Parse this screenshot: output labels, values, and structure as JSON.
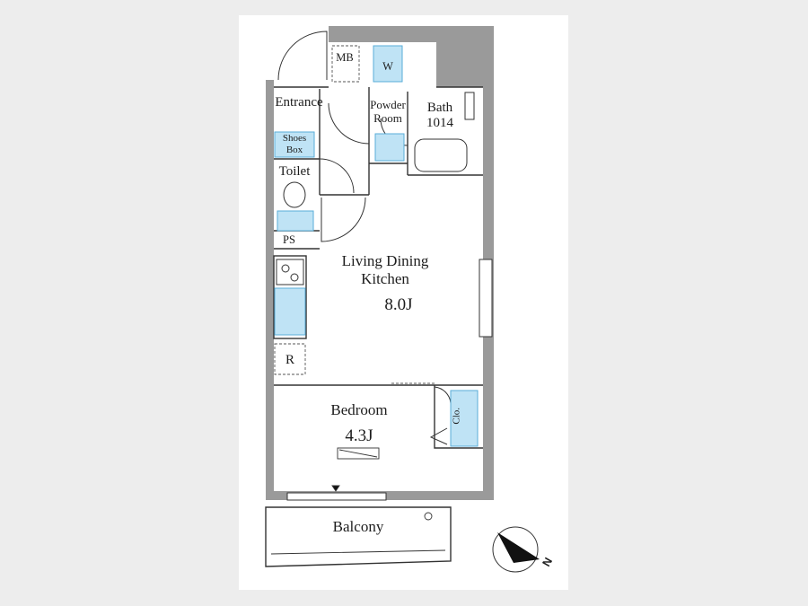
{
  "rooms": {
    "entrance": "Entrance",
    "shoes_box_line1": "Shoes",
    "shoes_box_line2": "Box",
    "toilet": "Toilet",
    "ps": "PS",
    "mb": "MB",
    "washer": "W",
    "powder_room_line1": "Powder",
    "powder_room_line2": "Room",
    "bath_line1": "Bath",
    "bath_line2": "1014",
    "ldk_line1": "Living Dining",
    "ldk_line2": "Kitchen",
    "ldk_area": "8.0J",
    "refrigerator": "R",
    "bedroom": "Bedroom",
    "bedroom_area": "4.3J",
    "closet": "Clo.",
    "balcony": "Balcony"
  },
  "compass": {
    "north_label": "N"
  },
  "colors": {
    "wall": "#8a8a8a",
    "wall_dark": "#4a4a4a",
    "fixture_blue": "#bfe3f5",
    "fixture_line": "#5aaed8",
    "line": "#333333"
  }
}
